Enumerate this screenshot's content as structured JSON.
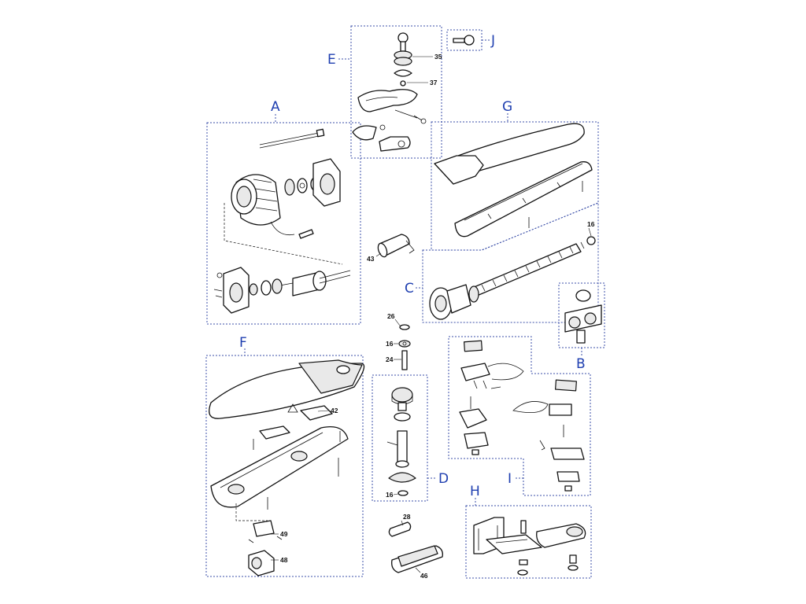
{
  "groups": [
    {
      "key": "A",
      "label": "A"
    },
    {
      "key": "B",
      "label": "B"
    },
    {
      "key": "C",
      "label": "C"
    },
    {
      "key": "D",
      "label": "D"
    },
    {
      "key": "E",
      "label": "E"
    },
    {
      "key": "F",
      "label": "F"
    },
    {
      "key": "G",
      "label": "G"
    },
    {
      "key": "H",
      "label": "H"
    },
    {
      "key": "I",
      "label": "I"
    },
    {
      "key": "J",
      "label": "J"
    }
  ],
  "parts": [
    {
      "id": "p16a",
      "label": "16"
    },
    {
      "id": "p16b",
      "label": "16"
    },
    {
      "id": "p16c",
      "label": "16"
    },
    {
      "id": "p24",
      "label": "24"
    },
    {
      "id": "p26",
      "label": "26"
    },
    {
      "id": "p28",
      "label": "28"
    },
    {
      "id": "p35",
      "label": "35"
    },
    {
      "id": "p37",
      "label": "37"
    },
    {
      "id": "p42",
      "label": "42"
    },
    {
      "id": "p43",
      "label": "43"
    },
    {
      "id": "p46",
      "label": "46"
    },
    {
      "id": "p48",
      "label": "48"
    },
    {
      "id": "p49",
      "label": "49"
    }
  ]
}
